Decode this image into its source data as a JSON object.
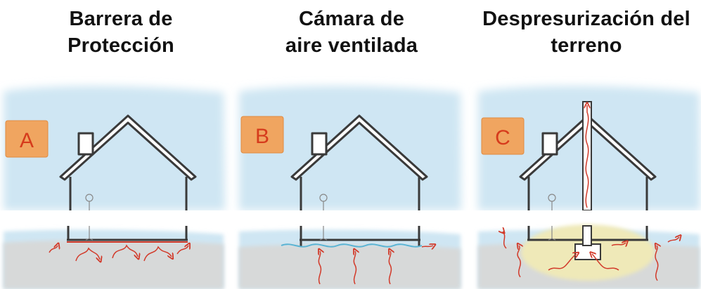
{
  "panels": [
    {
      "id": "a",
      "title_line1": "Barrera de",
      "title_line2": "Protección",
      "badge": "A",
      "method": "protection-barrier"
    },
    {
      "id": "b",
      "title_line1": "Cámara de",
      "title_line2": "aire ventilada",
      "badge": "B",
      "method": "ventilated-air-chamber"
    },
    {
      "id": "c",
      "title_line1": "Despresurización del",
      "title_line2": "terreno",
      "badge": "C",
      "method": "soil-depressurization"
    }
  ],
  "colors": {
    "sky": "#cfe6f3",
    "ground": "#d7d9d9",
    "badge": "#f0a560",
    "badge_text": "#d63b1c",
    "radon_arrow": "#d23a2a",
    "house_line": "#3a3a3a",
    "air_wave": "#5ab4d4",
    "soil_glow": "#efe9b8"
  },
  "icons": {
    "person": "person-icon",
    "arrow": "radon-arrow-icon",
    "house": "house-icon",
    "chimney": "chimney-icon"
  }
}
